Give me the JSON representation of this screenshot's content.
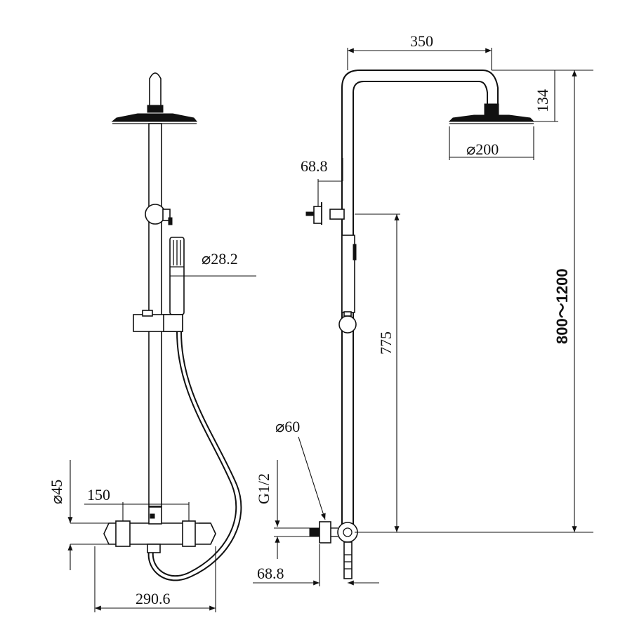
{
  "dimensions": {
    "arm_reach": "350",
    "head_drop": "134",
    "head_diameter": "⌀200",
    "outlet_offset_top": "68.8",
    "hand_shower_diameter": "⌀28.2",
    "outlet_height": "775",
    "height_range": "800～1200",
    "valve_diameter": "⌀60",
    "thread": "G1/2",
    "body_diameter": "⌀45",
    "center_distance": "150",
    "outlet_offset_bottom": "68.8",
    "overall_width": "290.6"
  }
}
